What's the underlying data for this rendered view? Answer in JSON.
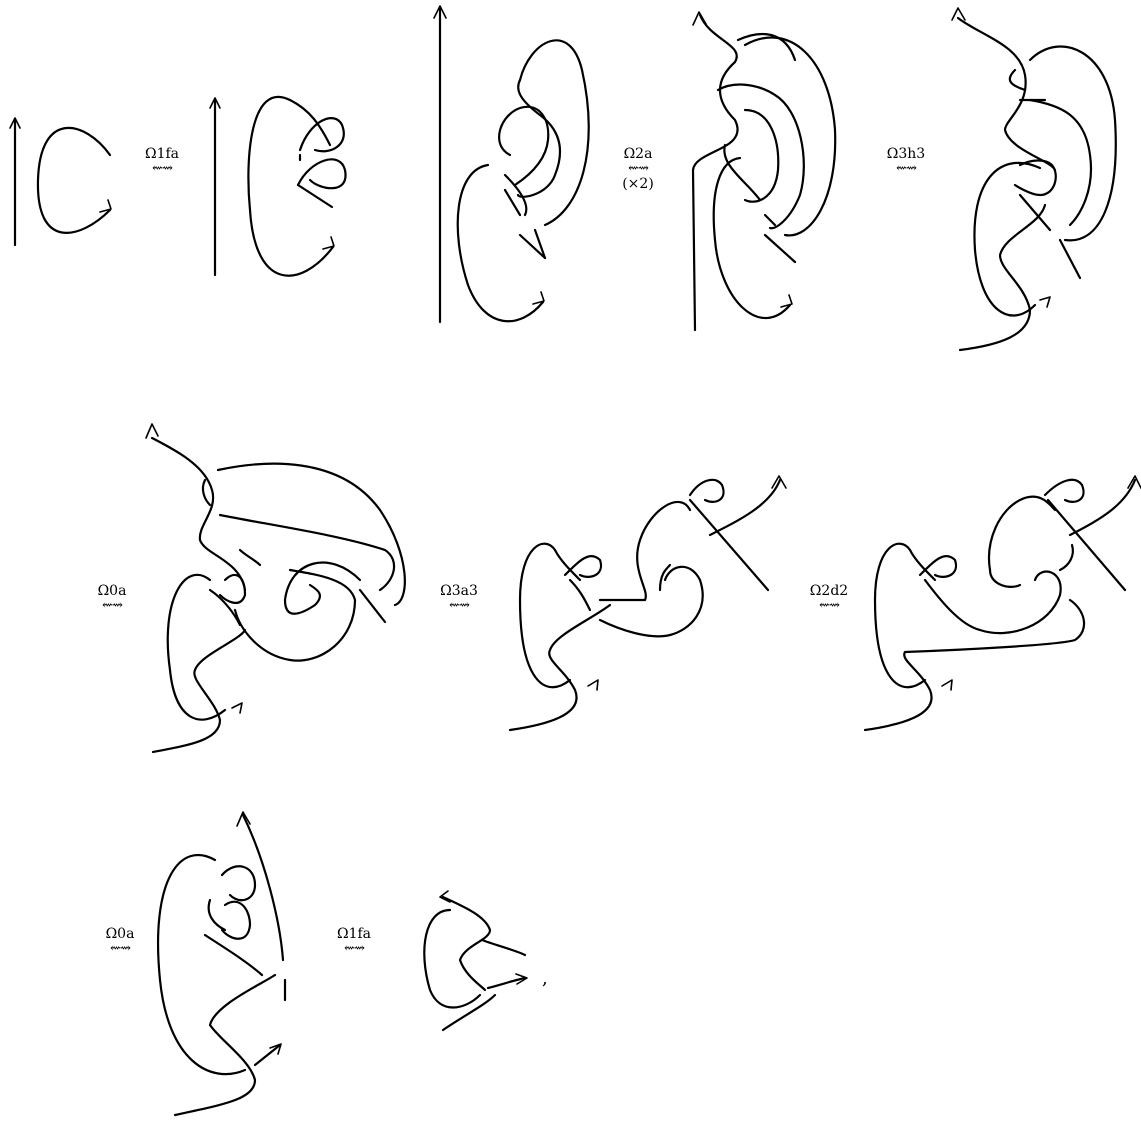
{
  "moves": [
    {
      "id": "m1",
      "label": "Ω1fa",
      "squiggle": "⇜⇝",
      "multiplier": ""
    },
    {
      "id": "m2",
      "label": "Ω2a",
      "squiggle": "⇜⇝",
      "multiplier": "(×2)"
    },
    {
      "id": "m3",
      "label": "Ω3h3",
      "squiggle": "⇜⇝",
      "multiplier": ""
    },
    {
      "id": "m4",
      "label": "Ω0a",
      "squiggle": "⇜⇝",
      "multiplier": ""
    },
    {
      "id": "m5",
      "label": "Ω3a3",
      "squiggle": "⇜⇝",
      "multiplier": ""
    },
    {
      "id": "m6",
      "label": "Ω2d2",
      "squiggle": "⇜⇝",
      "multiplier": ""
    },
    {
      "id": "m7",
      "label": "Ω0a",
      "squiggle": "⇜⇝",
      "multiplier": ""
    },
    {
      "id": "m8",
      "label": "Ω1fa",
      "squiggle": "⇜⇝",
      "multiplier": ""
    }
  ],
  "equals_sign": "=",
  "trailing_punctuation": ",",
  "stroke_color": "#000000"
}
